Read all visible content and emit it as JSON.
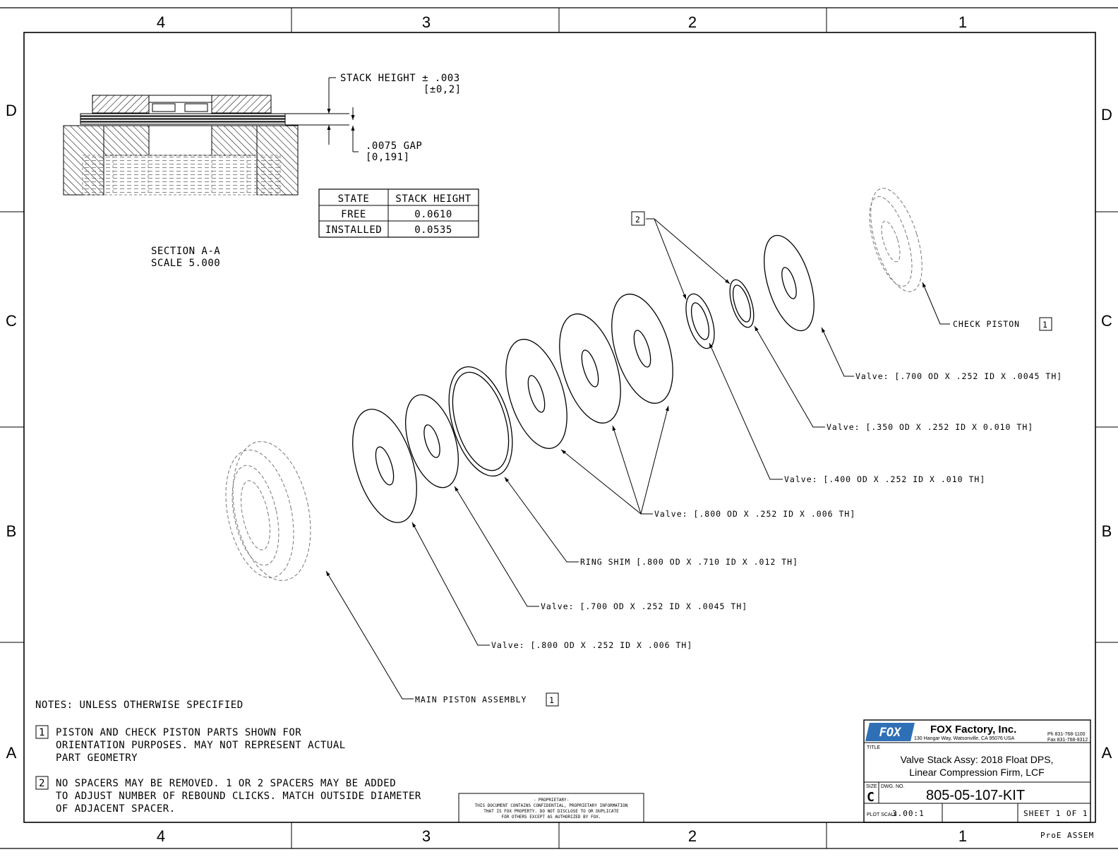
{
  "zones": {
    "columns": [
      "4",
      "3",
      "2",
      "1"
    ],
    "rows": [
      "D",
      "C",
      "B",
      "A"
    ]
  },
  "section": {
    "title_line1": "SECTION  A-A",
    "title_line2": "SCALE  5.000",
    "stack_height_label": "STACK HEIGHT ± .003",
    "stack_height_metric": "[±0,2]",
    "gap_label": ".0075   GAP",
    "gap_metric": "[0,191]"
  },
  "stack_table": {
    "headers": [
      "STATE",
      "STACK HEIGHT"
    ],
    "rows": [
      [
        "FREE",
        "0.0610"
      ],
      [
        "INSTALLED",
        "0.0535"
      ]
    ]
  },
  "callouts": {
    "check_piston": "CHECK PISTON",
    "check_piston_note": "1",
    "main_piston": "MAIN PISTON ASSEMBLY",
    "main_piston_note": "1",
    "balloon_2": "2",
    "valve_700_top": "Valve: [.700 OD X .252 ID X .0045 TH]",
    "valve_350": "Valve: [.350 OD X .252 ID X 0.010 TH]",
    "valve_400": "Valve: [.400 OD X .252 ID X .010 TH]",
    "valve_800_group": "Valve: [.800 OD X .252 ID X .006 TH]",
    "ring_shim": "RING SHIM [.800 OD X .710 ID X .012 TH]",
    "valve_700_bottom": "Valve: [.700 OD X .252 ID X .0045 TH]",
    "valve_800_bottom": "Valve: [.800 OD X .252 ID X .006 TH]"
  },
  "notes": {
    "header": "NOTES: UNLESS OTHERWISE SPECIFIED",
    "note1_num": "1",
    "note1_line1": "PISTON AND CHECK PISTON PARTS SHOWN FOR",
    "note1_line2": "ORIENTATION PURPOSES. MAY NOT REPRESENT ACTUAL",
    "note1_line3": "PART GEOMETRY",
    "note2_num": "2",
    "note2_line1": "NO SPACERS MAY BE REMOVED.  1 OR 2 SPACERS MAY BE ADDED",
    "note2_line2": "TO ADJUST NUMBER OF REBOUND CLICKS. MATCH OUTSIDE DIAMETER",
    "note2_line3": "OF ADJACENT SPACER."
  },
  "proprietary": {
    "line1": "- PROPRIETARY-",
    "line2": "THIS DOCUMENT CONTAINS CONFIDENTIAL, PROPRIETARY INFORMATION",
    "line3": "THAT IS FOX PROPERTY.  DO NOT DISCLOSE TO OR DUPLICATE",
    "line4": "FOR OTHERS EXCEPT AS AUTHORIZED BY FOX."
  },
  "title_block": {
    "logo_text": "FOX",
    "company": "FOX Factory, Inc.",
    "address": "130 Hangar Way, Watsonville, CA 95076 USA",
    "phone": "Ph 831-768-1100",
    "fax": "Fax 831-768-9312",
    "title_label": "TITLE",
    "title_line1": "Valve Stack Assy: 2018 Float DPS,",
    "title_line2": "Linear Compression Firm, LCF",
    "size_label": "SIZE",
    "size_value": "C",
    "dwg_label": "DWG. NO.",
    "dwg_number": "805-05-107-KIT",
    "plot_scale_label": "PLOT SCALE",
    "plot_scale_value": "3.00:1",
    "sheet": "SHEET 1 OF 1",
    "proe": "ProE ASSEM"
  },
  "colors": {
    "line": "#000000",
    "logo_blue": "#2f6fb6",
    "paper": "#ffffff"
  }
}
